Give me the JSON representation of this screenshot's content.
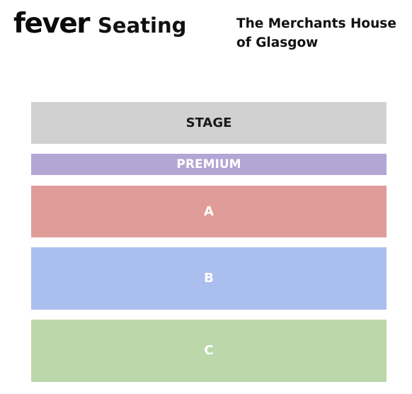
{
  "header": {
    "brand_logo": "fever",
    "brand_label": "Seating",
    "venue_line1": "The Merchants House",
    "venue_line2": "of Glasgow"
  },
  "seating_map": {
    "stage": {
      "label": "STAGE",
      "color": "#d1d1d1"
    },
    "premium": {
      "label": "PREMIUM",
      "color": "#b3a6d5"
    },
    "zone_a": {
      "label": "A",
      "color": "#e09c98"
    },
    "zone_b": {
      "label": "B",
      "color": "#aabfee"
    },
    "zone_c": {
      "label": "C",
      "color": "#bcd8ab"
    }
  }
}
